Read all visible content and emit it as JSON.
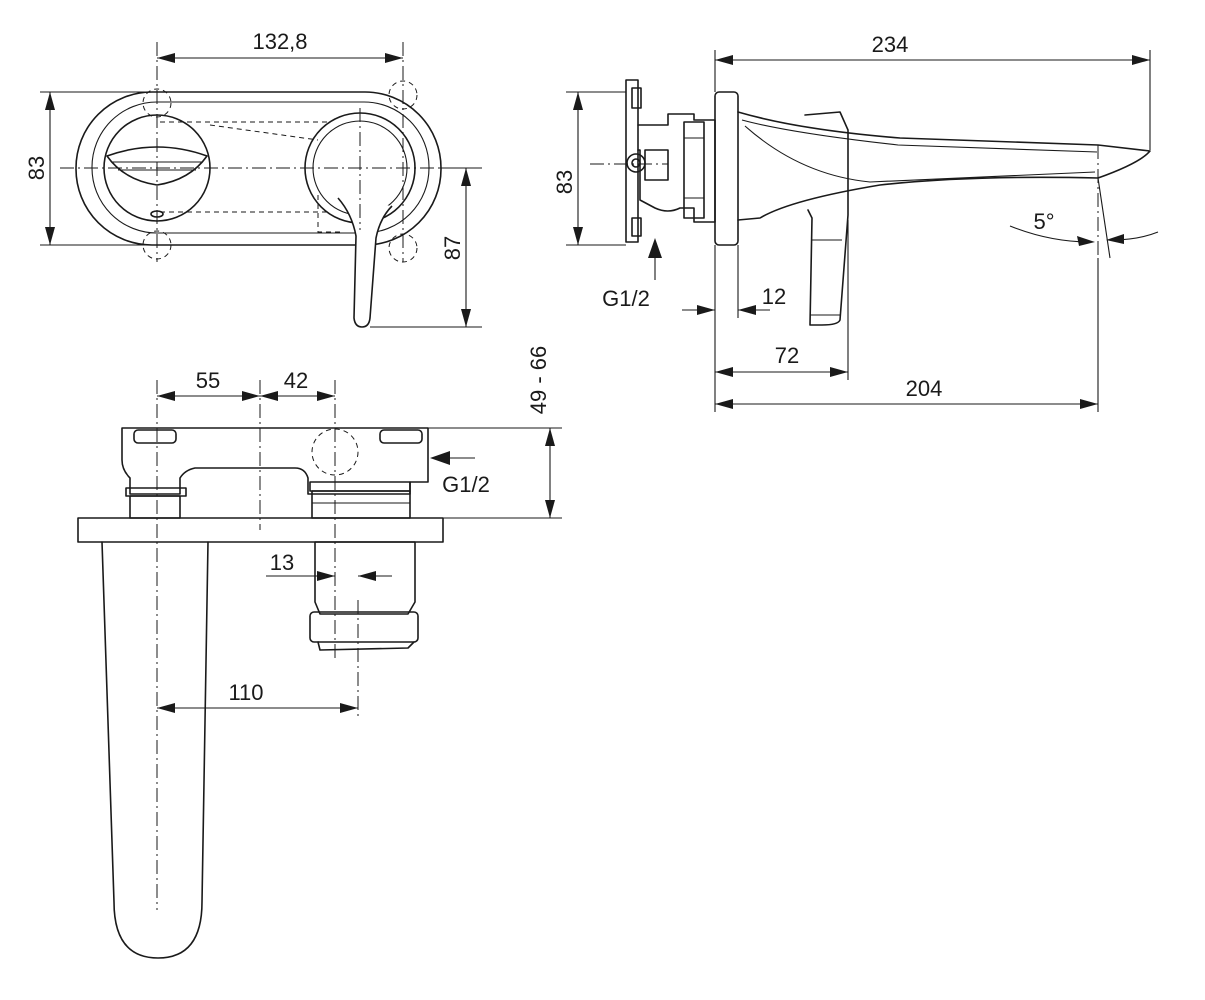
{
  "dimensions": {
    "front_width": "132,8",
    "front_height": "83",
    "lever_drop": "87",
    "side_plate_height": "83",
    "overall_length": "234",
    "spout_angle": "5°",
    "plate_thickness": "12",
    "lever_offset": "72",
    "spout_reach": "204",
    "inlet_side": "G1/2",
    "inlet_plan": "G1/2",
    "plan_center_left": "55",
    "plan_center_right": "42",
    "wall_depth": "49 - 66",
    "cartridge_offset": "13",
    "spout_to_mixer": "110"
  }
}
